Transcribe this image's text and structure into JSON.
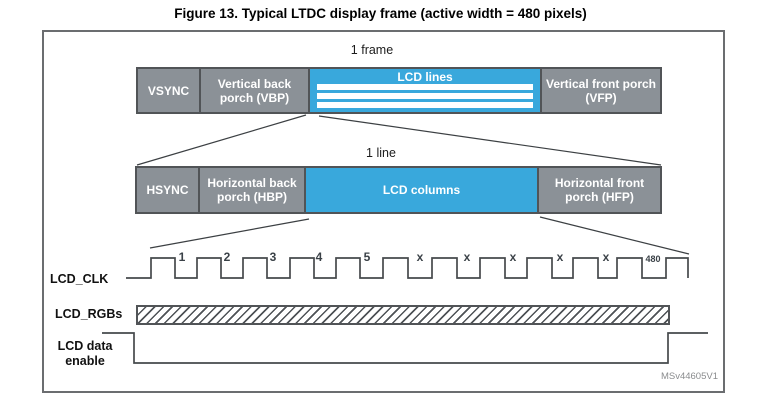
{
  "figure": {
    "title": "Figure 13. Typical LTDC display frame (active width = 480 pixels)",
    "watermark": "MSv44605V1"
  },
  "colors": {
    "segment_gray": "#8B9197",
    "segment_blue": "#39A8DC",
    "segment_border": "#515457",
    "hatch_line": "#4e5256"
  },
  "frame_bar": {
    "caption": "1 frame",
    "segments": [
      {
        "label": "VSYNC"
      },
      {
        "label": "Vertical back porch (VBP)"
      },
      {
        "label": "LCD lines"
      },
      {
        "label": "Vertical front porch (VFP)"
      }
    ]
  },
  "line_bar": {
    "caption": "1 line",
    "segments": [
      {
        "label": "HSYNC"
      },
      {
        "label": "Horizontal back porch (HBP)"
      },
      {
        "label": "LCD columns"
      },
      {
        "label": "Horizontal front porch (HFP)"
      }
    ]
  },
  "signals": {
    "clock_label": "LCD_CLK",
    "rgb_label": "LCD_RGBs",
    "data_enable_label": "LCD data enable",
    "clock_pulse_labels": [
      "1",
      "2",
      "3",
      "4",
      "5",
      "x",
      "x",
      "x",
      "x",
      "x",
      "480"
    ]
  }
}
